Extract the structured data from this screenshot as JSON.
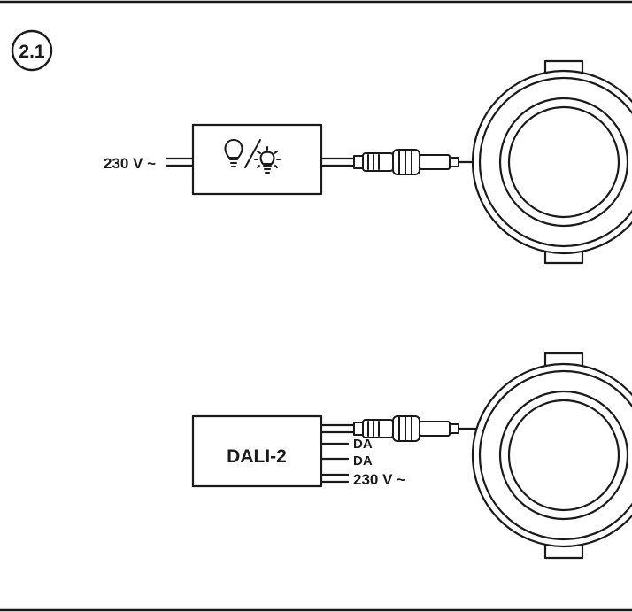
{
  "colors": {
    "ink": "#1a1a1a",
    "background": "#ffffff"
  },
  "step_badge": {
    "label": "2.1"
  },
  "diagram_top": {
    "input_label": "230 V ~",
    "device_icon": "lightbulb-switch-icon",
    "connector_icon": "plug-connector-icon",
    "luminaire_icon": "round-downlight-icon"
  },
  "diagram_bottom": {
    "device_label": "DALI-2",
    "terminal_labels": [
      "DA",
      "DA",
      "230 V ~"
    ],
    "connector_icon": "plug-connector-icon",
    "luminaire_icon": "round-downlight-icon"
  }
}
